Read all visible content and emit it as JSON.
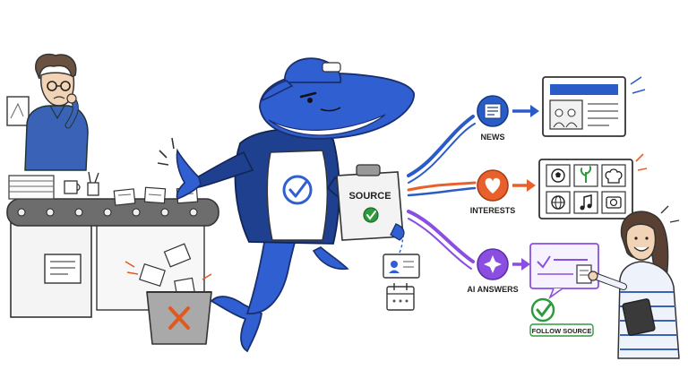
{
  "clipboard": {
    "title": "SOURCE"
  },
  "channels": {
    "news": {
      "label": "NEWS",
      "icon": "newspaper-icon"
    },
    "interests": {
      "label": "INTERESTS",
      "icon": "heart-icon"
    },
    "ai_answers": {
      "label": "AI ANSWERS",
      "icon": "sparkle-icon"
    }
  },
  "follow_source": {
    "label": "FOLLOW SOURCE"
  },
  "colors": {
    "whale_blue": "#2f5fd0",
    "hoodie_navy": "#1f3f8f",
    "news_blue": "#2a5cc7",
    "interests_orange": "#e8612c",
    "ai_purple": "#8a4fe0",
    "check_green": "#2e9a3e",
    "reject_orange": "#e05a20",
    "ink": "#222222"
  }
}
